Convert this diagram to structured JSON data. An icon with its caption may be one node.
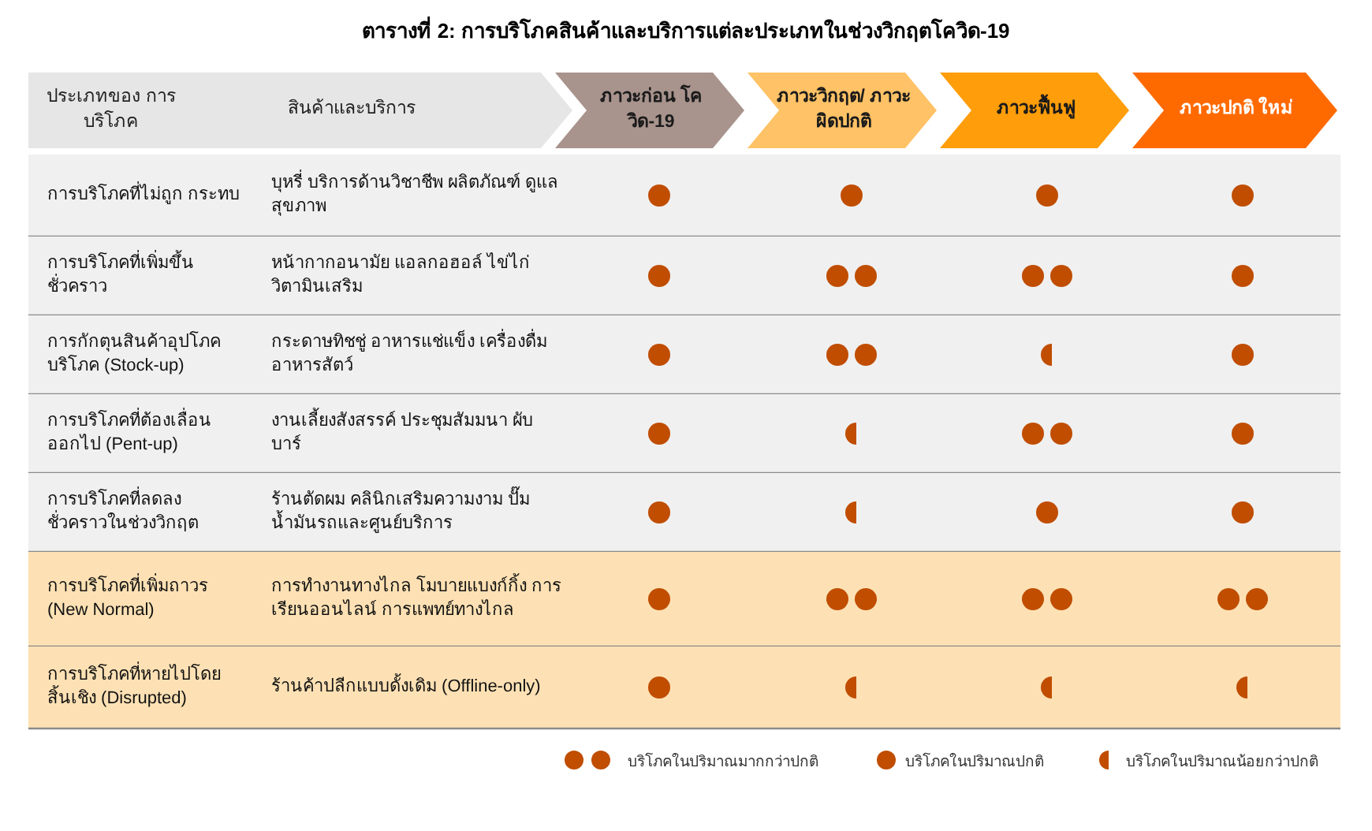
{
  "diagram": {
    "title": "ตารางที่ 2: การบริโภคสินค้าและบริการแต่ละประเภทในช่วงวิกฤตโควิด-19",
    "nodes": [
      {
        "text": [
          "ประเภทของ การบริโภค",
          "สินค้าและบริการ"
        ]
      },
      {
        "text": [
          "ภาวะก่อน โควิด-19"
        ]
      },
      {
        "text": [
          "ภาวะวิกฤต/ ภาวะผิดปกติ"
        ]
      },
      {
        "text": [
          "ภาวะฟื้นฟู"
        ]
      },
      {
        "text": [
          "ภาวะปกติ ใหม่"
        ]
      }
    ],
    "edges": [],
    "labels": [
      "การบริโภคที่ไม่ถูก กระทบ",
      "บุหรี่ บริการด้านวิชาชีพ ผลิตภัณฑ์ ดูแลสุขภาพ",
      "การบริโภคที่เพิ่มขึ้น ชั่วคราว",
      "หน้ากากอนามัย แอลกอฮอล์ ไข่ไก่ วิตามินเสริม",
      "การกักตุนสินค้าอุปโภค บริโภค (Stock-up)",
      "กระดาษทิชชู่ อาหารแช่แข็ง เครื่องดื่ม อาหารสัตว์",
      "การบริโภคที่ต้องเลื่อน ออกไป (Pent-up)",
      "งานเลี้ยงสังสรรค์ ประชุมสัมมนา ผับบาร์",
      "การบริโภคที่ลดลง ชั่วคราวในช่วงวิกฤต",
      "ร้านตัดผม คลินิกเสริมความงาม ปั๊มน้ำมันรถและศูนย์บริการ",
      "การบริโภคที่เพิ่มถาวร (New Normal)",
      "การทำงานทางไกล โมบายแบงก์กิ้ง การเรียนออนไลน์ การแพทย์ทางไกล",
      "การบริโภคที่หายไปโดย สิ้นเชิง (Disrupted)",
      "ร้านค้าปลีกแบบดั้งเดิม (Offline-only)"
    ],
    "legend": [
      {
        "text": "บริโภคในปริมาณมากกว่าปกติ"
      },
      {
        "text": "บริโภคในปริมาณปกติ"
      },
      {
        "text": "บริโภคในปริมาณน้อยกว่าปกติ"
      }
    ]
  }
}
